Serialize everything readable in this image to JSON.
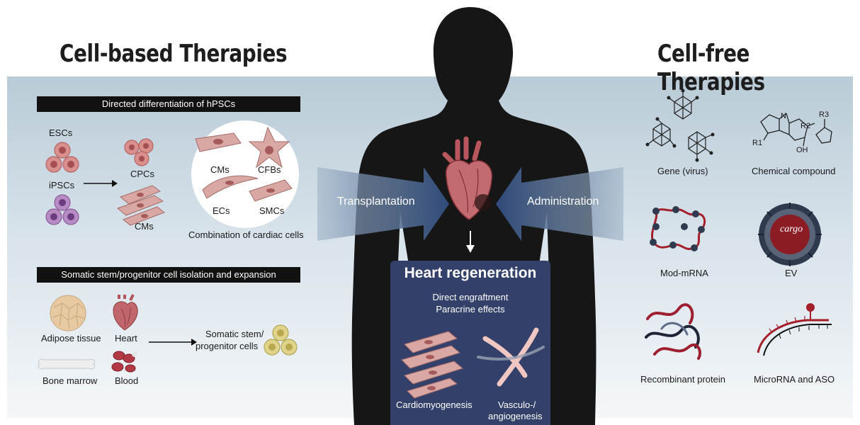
{
  "titles": {
    "left": "Cell-based Therapies",
    "right": "Cell-free Therapies"
  },
  "left": {
    "bar1": "Directed differentiation of hPSCs",
    "escs": "ESCs",
    "ipscs": "iPSCs",
    "cpcs": "CPCs",
    "cms_left": "CMs",
    "circle_cms": "CMs",
    "circle_cfbs": "CFBs",
    "circle_ecs": "ECs",
    "circle_smcs": "SMCs",
    "combination": "Combination of cardiac cells",
    "bar2": "Somatic stem/progenitor cell isolation and expansion",
    "adipose": "Adipose tissue",
    "heart": "Heart",
    "bone_marrow": "Bone marrow",
    "blood": "Blood",
    "somatic_line1": "Somatic stem/",
    "somatic_line2": "progenitor cells"
  },
  "center": {
    "transplantation": "Transplantation",
    "administration": "Administration",
    "regen_title": "Heart regeneration",
    "regen_sub1": "Direct engraftment",
    "regen_sub2": "Paracrine effects",
    "cardiomyogenesis": "Cardiomyogenesis",
    "vasculo1": "Vasculo-/",
    "vasculo2": "angiogenesis"
  },
  "right": {
    "gene": "Gene (virus)",
    "chemical": "Chemical compound",
    "modmrna": "Mod-mRNA",
    "ev": "EV",
    "cargo": "cargo",
    "protein": "Recombinant protein",
    "microrna": "MicroRNA and ASO",
    "chem_n": "N",
    "chem_r1": "R1",
    "chem_r2": "R2",
    "chem_r3": "R3",
    "chem_oh": "OH"
  },
  "colors": {
    "band_top": "#b9cbd7",
    "regen_box": "#33416a",
    "cell_pink": "#d98f8c",
    "cell_purple": "#b78cc4",
    "rna_red": "#a41f2b",
    "ev_dark": "#2f3a4f"
  }
}
